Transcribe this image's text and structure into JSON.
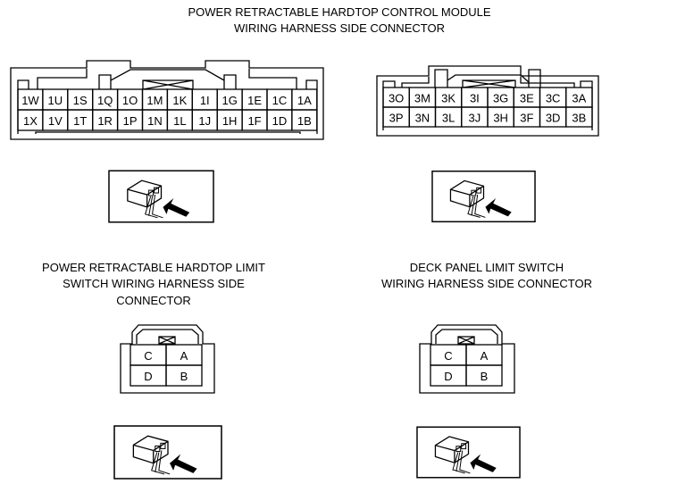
{
  "titles": {
    "main_line1": "POWER RETRACTABLE HARDTOP CONTROL MODULE",
    "main_line2": "WIRING HARNESS SIDE CONNECTOR",
    "limit_line1": "POWER RETRACTABLE HARDTOP LIMIT",
    "limit_line2": "SWITCH WIRING HARNESS SIDE",
    "limit_line3": "CONNECTOR",
    "deck_line1": "DECK PANEL LIMIT SWITCH",
    "deck_line2": "WIRING HARNESS SIDE CONNECTOR"
  },
  "connector1": {
    "top": [
      "1W",
      "1U",
      "1S",
      "1Q",
      "1O",
      "1M",
      "1K",
      "1I",
      "1G",
      "1E",
      "1C",
      "1A"
    ],
    "bottom": [
      "1X",
      "1V",
      "1T",
      "1R",
      "1P",
      "1N",
      "1L",
      "1J",
      "1H",
      "1F",
      "1D",
      "1B"
    ]
  },
  "connector3": {
    "top": [
      "3O",
      "3M",
      "3K",
      "3I",
      "3G",
      "3E",
      "3C",
      "3A"
    ],
    "bottom": [
      "3P",
      "3N",
      "3L",
      "3J",
      "3H",
      "3F",
      "3D",
      "3B"
    ]
  },
  "limit_connector": {
    "top": [
      "C",
      "A"
    ],
    "bottom": [
      "D",
      "B"
    ]
  },
  "deck_connector": {
    "top": [
      "C",
      "A"
    ],
    "bottom": [
      "D",
      "B"
    ]
  },
  "icons": [
    "harness-side-view-icon"
  ]
}
